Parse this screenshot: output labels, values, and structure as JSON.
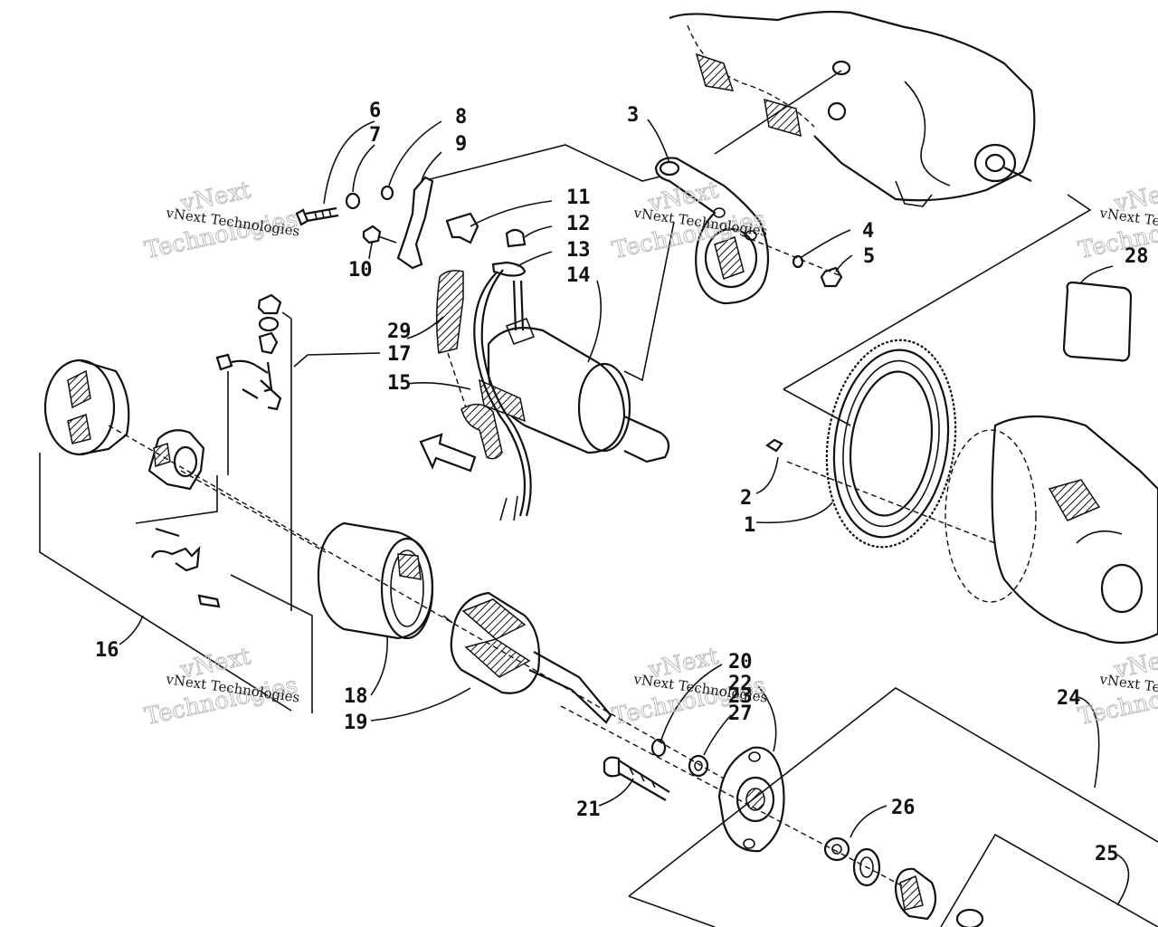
{
  "diagram": {
    "labels": [
      "1",
      "2",
      "3",
      "4",
      "5",
      "6",
      "7",
      "8",
      "9",
      "10",
      "11",
      "12",
      "13",
      "14",
      "15",
      "16",
      "17",
      "18",
      "19",
      "20",
      "21",
      "22",
      "23",
      "24",
      "25",
      "26",
      "27",
      "28",
      "29"
    ],
    "watermark": {
      "line_small": "vNext Technologies",
      "line_big_1": "vNext",
      "line_big_2": "Technologies"
    }
  }
}
